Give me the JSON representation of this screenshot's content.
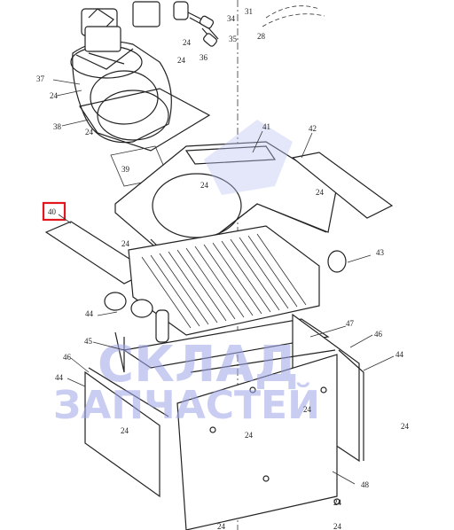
{
  "parts_labels": [
    {
      "id": "p31",
      "text": "31"
    },
    {
      "id": "p28",
      "text": "28"
    },
    {
      "id": "p34",
      "text": "34"
    },
    {
      "id": "p35",
      "text": "35"
    },
    {
      "id": "p36",
      "text": "36"
    },
    {
      "id": "p37",
      "text": "37"
    },
    {
      "id": "p38",
      "text": "38"
    },
    {
      "id": "p39",
      "text": "39"
    },
    {
      "id": "p40",
      "text": "40"
    },
    {
      "id": "p41",
      "text": "41"
    },
    {
      "id": "p42",
      "text": "42"
    },
    {
      "id": "p43",
      "text": "43"
    },
    {
      "id": "p44a",
      "text": "44"
    },
    {
      "id": "p44b",
      "text": "44"
    },
    {
      "id": "p44c",
      "text": "44"
    },
    {
      "id": "p45",
      "text": "45"
    },
    {
      "id": "p46a",
      "text": "46"
    },
    {
      "id": "p46b",
      "text": "46"
    },
    {
      "id": "p47",
      "text": "47"
    },
    {
      "id": "p48",
      "text": "48"
    },
    {
      "id": "p24a",
      "text": "24"
    },
    {
      "id": "p24b",
      "text": "24"
    },
    {
      "id": "p24c",
      "text": "24"
    },
    {
      "id": "p24d",
      "text": "24"
    },
    {
      "id": "p24e",
      "text": "24"
    },
    {
      "id": "p24f",
      "text": "24"
    },
    {
      "id": "p24g",
      "text": "24"
    },
    {
      "id": "p24h",
      "text": "24"
    },
    {
      "id": "p24i",
      "text": "24"
    },
    {
      "id": "p24j",
      "text": "24"
    },
    {
      "id": "p24k",
      "text": "24"
    },
    {
      "id": "p24l",
      "text": "24"
    },
    {
      "id": "p24m",
      "text": "24"
    },
    {
      "id": "p24n",
      "text": "24"
    }
  ],
  "highlighted_part": "40",
  "watermark": {
    "line1": "СКЛАД",
    "line2": "ЗАПЧАСТЕЙ",
    "color": "#9fa6e8",
    "highlight_color": "#e3161d"
  }
}
